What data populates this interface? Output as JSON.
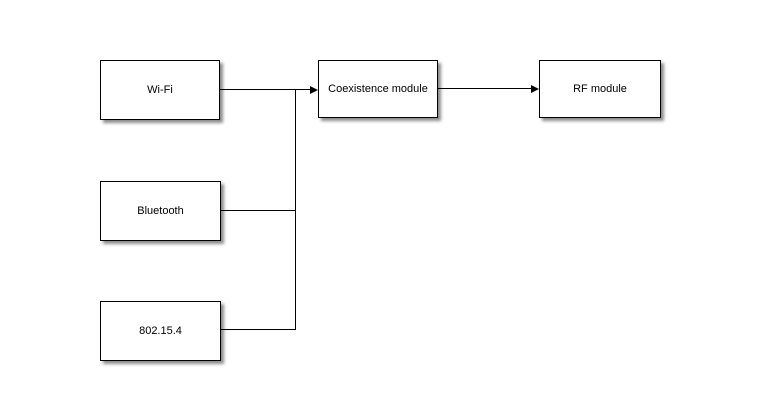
{
  "diagram": {
    "type": "block-diagram",
    "background_color": "#ffffff",
    "block_fill_color": "#ffffff",
    "block_border_color": "#000000",
    "line_color": "#000000",
    "text_color": "#000000",
    "nodes": {
      "wifi": {
        "label": "Wi-Fi"
      },
      "bluetooth": {
        "label": "Bluetooth"
      },
      "zigbee": {
        "label": "802.15.4"
      },
      "coexistence": {
        "label": "Coexistence module"
      },
      "rf": {
        "label": "RF module"
      }
    },
    "connections": [
      {
        "from": "Wi-Fi",
        "to": "Coexistence module",
        "arrow": true
      },
      {
        "from": "Bluetooth",
        "to": "Coexistence module",
        "arrow": true,
        "via": "shared trunk joining Wi-Fi line"
      },
      {
        "from": "802.15.4",
        "to": "Coexistence module",
        "arrow": true,
        "via": "shared trunk joining Wi-Fi line"
      },
      {
        "from": "Coexistence module",
        "to": "RF module",
        "arrow": true
      }
    ]
  }
}
